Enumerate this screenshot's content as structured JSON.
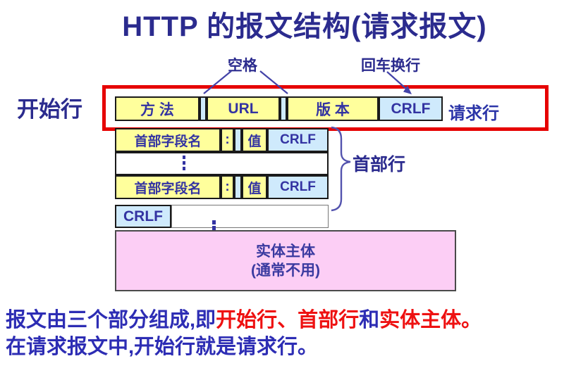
{
  "title": "HTTP 的报文结构(请求报文)",
  "diagram": {
    "space_label": "空格",
    "crlf_arrow_label": "回车换行",
    "start_line_label": "开始行",
    "request_line": {
      "method": "方 法",
      "url": "URL",
      "version": "版 本",
      "crlf": "CRLF",
      "caption": "请求行"
    },
    "header_row": {
      "field": "首部字段名",
      "colon": ":",
      "value": "值",
      "crlf": "CRLF"
    },
    "header_lines_label": "首部行",
    "empty_line_crlf": "CRLF",
    "entity_body": {
      "line1": "实体主体",
      "line2": "(通常不用)"
    }
  },
  "caption": {
    "line1": [
      {
        "text": "报文由三个部分组成,即",
        "color": "#2d2db4"
      },
      {
        "text": "开始行、首部行",
        "color": "#ee1111"
      },
      {
        "text": "和",
        "color": "#2d2db4"
      },
      {
        "text": "实体主体。",
        "color": "#ee1111"
      }
    ],
    "line2": "在请求报文中,开始行就是请求行。"
  },
  "colors": {
    "title_blue": "#2b2b8e",
    "box_text_blue": "#3333a2",
    "caption_blue": "#2d2db4",
    "highlight_red": "#ee1111",
    "red_border": "#e60000",
    "box_yellow": "#ffff9c",
    "box_light_blue": "#cfeafc",
    "box_pink": "#fccef5",
    "connector_blue": "#4343a8"
  }
}
